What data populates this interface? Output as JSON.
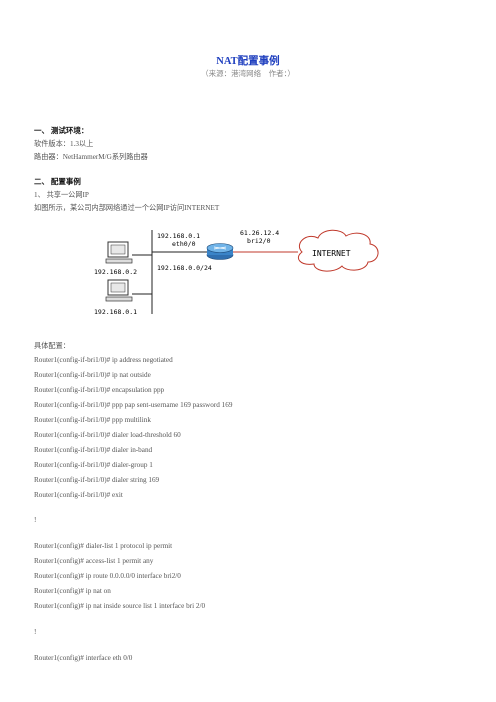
{
  "doc": {
    "title": "NAT配置事例",
    "subtitle": "（来源：港湾网络　作者：）",
    "section1": {
      "heading": "一、 测试环境：",
      "software": "软件版本：1.3以上",
      "router": "路由器：NetHammerM/G系列路由器"
    },
    "section2": {
      "heading": "二、 配置事例",
      "sub1": "1、 共享一公网IP",
      "desc": "如图所示，某公司内部网络通过一个公网IP访问INTERNET"
    },
    "diagram": {
      "host1": "192.168.0.2",
      "host2": "192.168.0.1",
      "eth_ip": "192.168.0.1",
      "eth_if": "eth0/0",
      "bri_ip": "61.26.12.4",
      "bri_if": "bri2/0",
      "lan": "192.168.0.0/24",
      "internet": "INTERNET"
    },
    "config_label": "具体配置：",
    "commands": [
      "Router1(config-if-bri1/0)# ip address negotiated",
      "Router1(config-if-bri1/0)# ip nat outside",
      "Router1(config-if-bri1/0)# encapsulation ppp",
      "Router1(config-if-bri1/0)# ppp pap sent-username 169 password 169",
      "Router1(config-if-bri1/0)# ppp multilink",
      "Router1(config-if-bri1/0)# dialer load-threshold 60",
      "Router1(config-if-bri1/0)# dialer in-band",
      "Router1(config-if-bri1/0)# dialer-group 1",
      "Router1(config-if-bri1/0)# dialer string 169",
      "Router1(config-if-bri1/0)# exit"
    ],
    "bang1": "!",
    "commands2": [
      "Router1(config)# dialer-list 1 protocol ip permit",
      "Router1(config)# access-list 1 permit any",
      "Router1(config)# ip route 0.0.0.0/0 interface bri2/0",
      "Router1(config)# ip nat on",
      "Router1(config)# ip nat inside source list 1 interface bri 2/0"
    ],
    "bang2": "!",
    "last": "Router1(config)# interface eth 0/0"
  }
}
